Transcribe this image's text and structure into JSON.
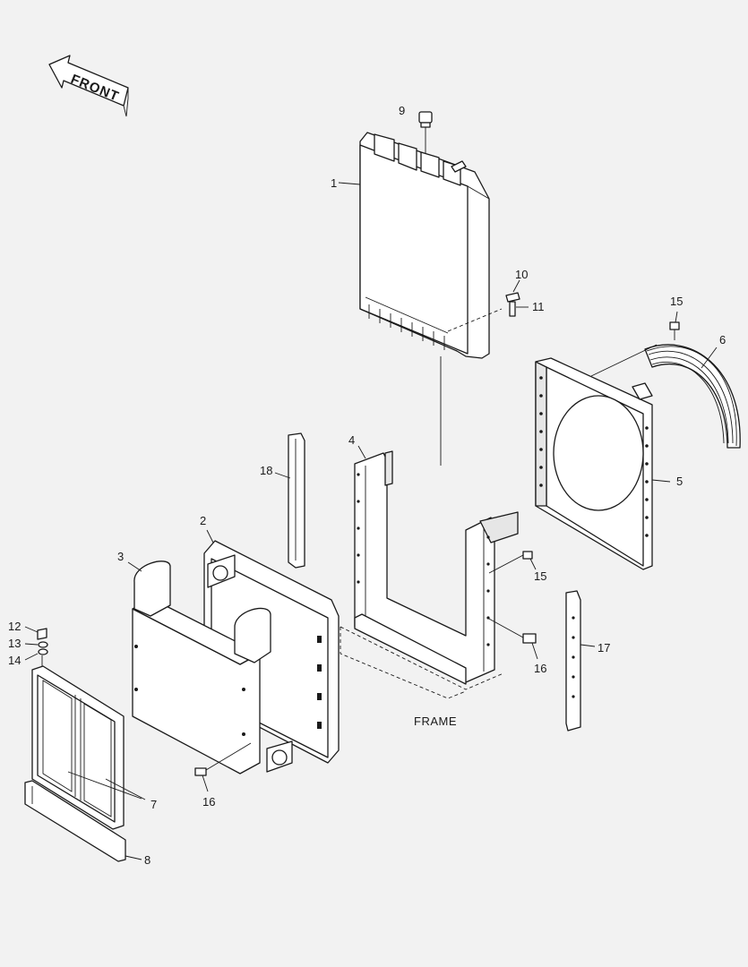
{
  "front_arrow": {
    "label": "FRONT"
  },
  "frame_label": "FRAME",
  "callouts": [
    {
      "id": "c1",
      "text": "1"
    },
    {
      "id": "c2",
      "text": "2"
    },
    {
      "id": "c3",
      "text": "3"
    },
    {
      "id": "c4",
      "text": "4"
    },
    {
      "id": "c5",
      "text": "5"
    },
    {
      "id": "c6",
      "text": "6"
    },
    {
      "id": "c7",
      "text": "7"
    },
    {
      "id": "c8",
      "text": "8"
    },
    {
      "id": "c9",
      "text": "9"
    },
    {
      "id": "c10",
      "text": "10"
    },
    {
      "id": "c11",
      "text": "11"
    },
    {
      "id": "c12",
      "text": "12"
    },
    {
      "id": "c13",
      "text": "13"
    },
    {
      "id": "c14",
      "text": "14"
    },
    {
      "id": "c15a",
      "text": "15"
    },
    {
      "id": "c15b",
      "text": "15"
    },
    {
      "id": "c16a",
      "text": "16"
    },
    {
      "id": "c16b",
      "text": "16"
    },
    {
      "id": "c17",
      "text": "17"
    },
    {
      "id": "c18",
      "text": "18"
    }
  ]
}
